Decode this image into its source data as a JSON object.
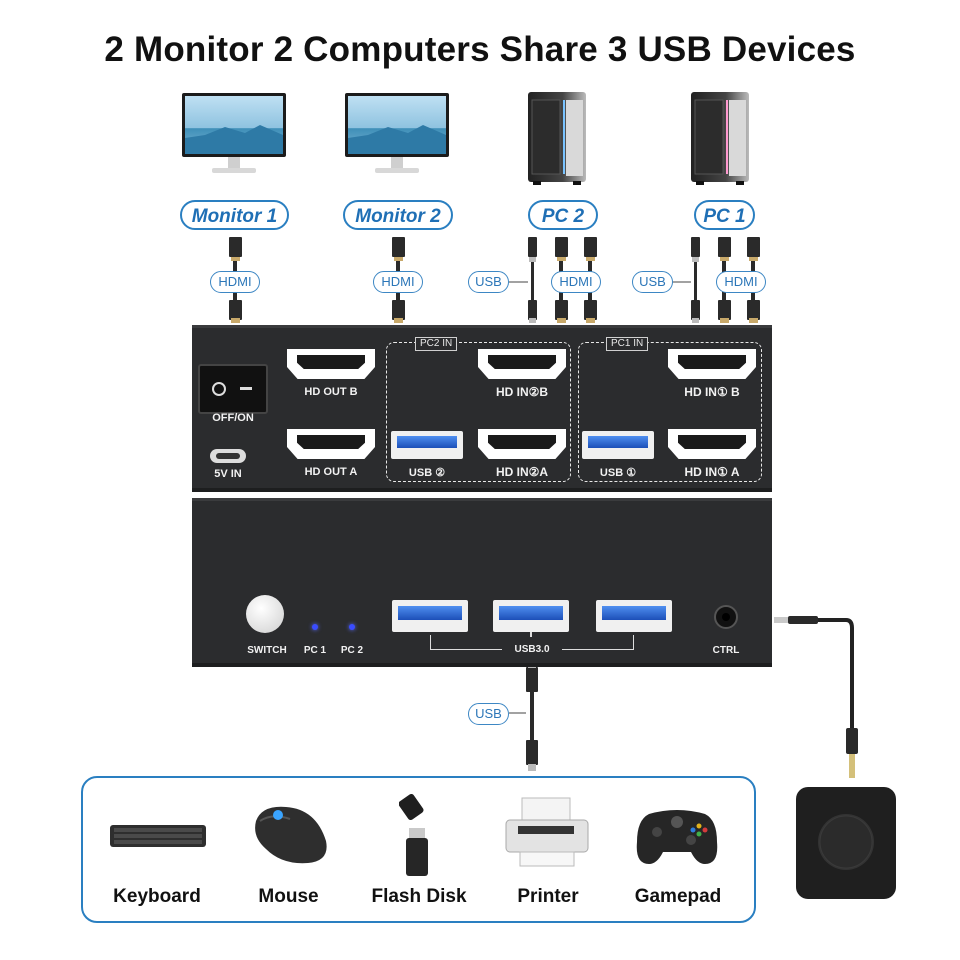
{
  "title": "2 Monitor 2 Computers Share 3 USB Devices",
  "top_labels": {
    "monitor1": "Monitor 1",
    "monitor2": "Monitor 2",
    "pc2": "PC 2",
    "pc1": "PC 1"
  },
  "cable_labels": {
    "hdmi": "HDMI",
    "usb": "USB"
  },
  "back_panel": {
    "switch_label": "OFF/ON",
    "power_label": "5V IN",
    "hd_out_b": "HD OUT B",
    "hd_out_a": "HD OUT A",
    "pc2_group": "PC2 IN",
    "pc1_group": "PC1 IN",
    "hd_in2_b": "HD IN②B",
    "hd_in2_a": "HD IN②A",
    "usb2": "USB ②",
    "hd_in1_b": "HD IN① B",
    "hd_in1_a": "HD IN① A",
    "usb1": "USB ①"
  },
  "front_panel": {
    "switch": "SWITCH",
    "pc1": "PC 1",
    "pc2": "PC 2",
    "usb3": "USB3.0",
    "ctrl": "CTRL"
  },
  "devices": [
    {
      "label": "Keyboard"
    },
    {
      "label": "Mouse"
    },
    {
      "label": "Flash Disk"
    },
    {
      "label": "Printer"
    },
    {
      "label": "Gamepad"
    }
  ],
  "colors": {
    "accent": "#2a7fc1",
    "panel": "#2b2c2e",
    "led": "#3a4cff",
    "usb_blue": "#2f6fd6"
  }
}
